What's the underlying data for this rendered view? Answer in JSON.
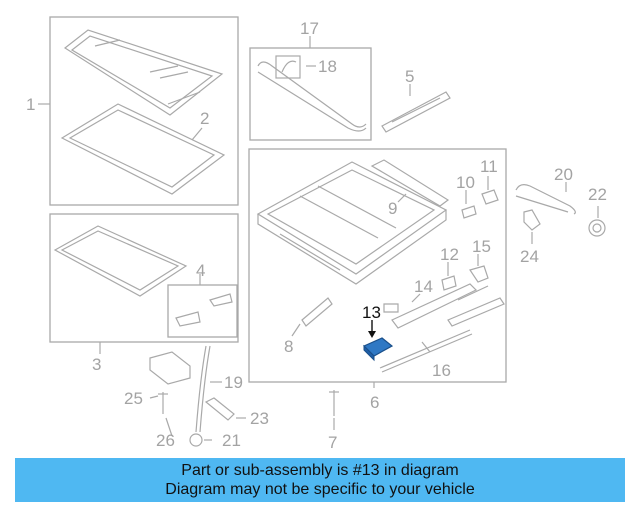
{
  "callouts": {
    "c1": "1",
    "c2": "2",
    "c3": "3",
    "c4": "4",
    "c5": "5",
    "c6": "6",
    "c7": "7",
    "c8": "8",
    "c9": "9",
    "c10": "10",
    "c11": "11",
    "c12": "12",
    "c13": "13",
    "c14": "14",
    "c15": "15",
    "c16": "16",
    "c17": "17",
    "c18": "18",
    "c19": "19",
    "c20": "20",
    "c21": "21",
    "c22": "22",
    "c23": "23",
    "c24": "24",
    "c25": "25",
    "c26": "26"
  },
  "highlight": {
    "part": "13",
    "color": "#2f78c4"
  },
  "banner": {
    "line1": "Part or sub-assembly is #13 in diagram",
    "line2": "Diagram may not be specific to your vehicle",
    "background": "#4fb8f2"
  }
}
